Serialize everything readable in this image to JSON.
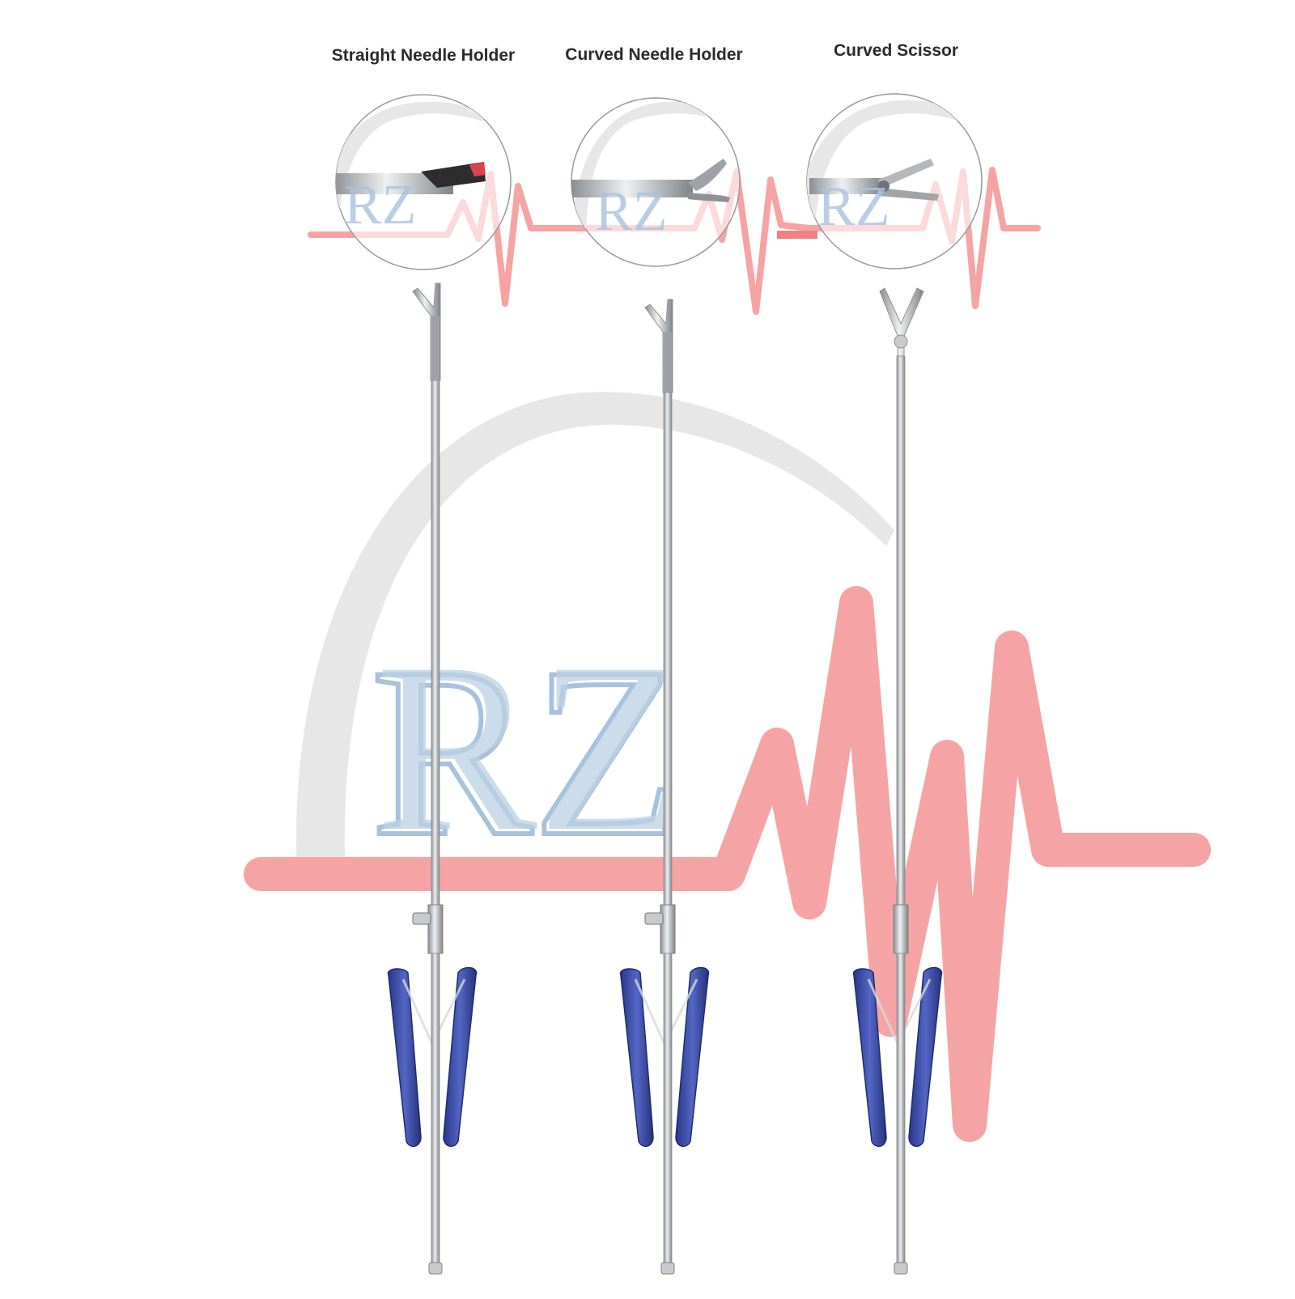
{
  "watermark": {
    "text": "RZ",
    "arc_color": "#e6e7e6",
    "pulse_color": "#f6a3a5",
    "text_color": "#a9c2dc"
  },
  "instruments": [
    {
      "label": "Straight Needle Holder",
      "tip": "straight-jaw"
    },
    {
      "label": "Curved Needle Holder",
      "tip": "curved-jaw"
    },
    {
      "label": "Curved Scissor",
      "tip": "scissor"
    }
  ],
  "colors": {
    "handle": "#3c4fa8",
    "handle_dark": "#24307a",
    "steel": "#b9bcc0",
    "steel_dark": "#7d8185",
    "label": "#2b2b2b"
  }
}
